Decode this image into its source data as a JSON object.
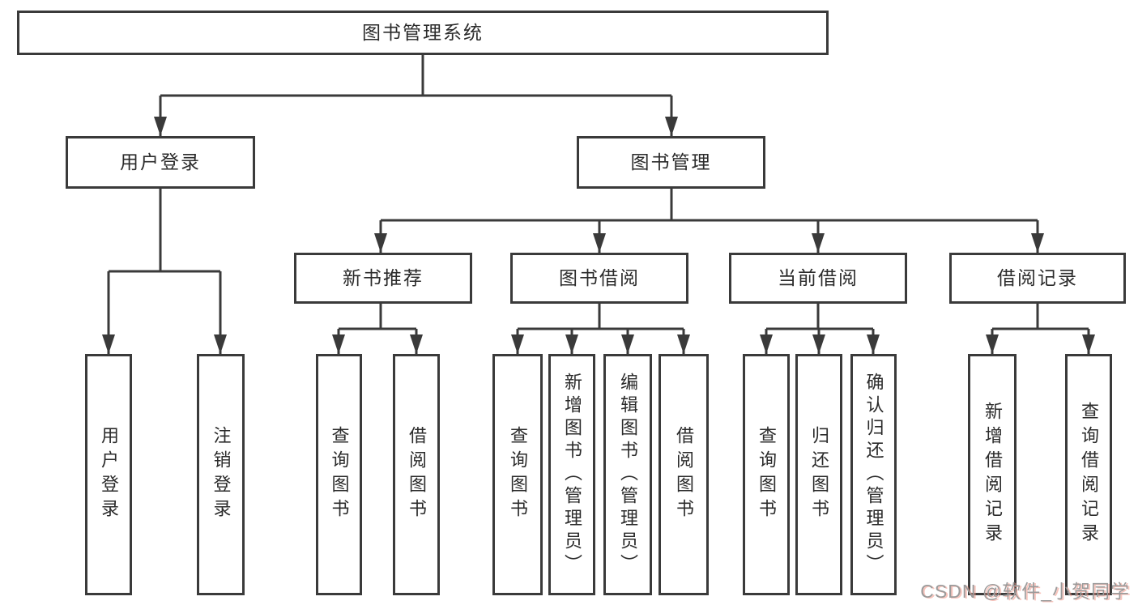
{
  "diagram": {
    "root": "图书管理系统",
    "level2": {
      "user_login": "用户登录",
      "book_management": "图书管理"
    },
    "level3": {
      "new_books": "新书推荐",
      "book_borrowing": "图书借阅",
      "current_borrowing": "当前借阅",
      "borrowing_records": "借阅记录"
    },
    "level4": {
      "user_login": [
        "用户登录",
        "注销登录"
      ],
      "new_books": [
        "查询图书",
        "借阅图书"
      ],
      "book_borrowing": [
        "查询图书",
        "新增图书（管理员）",
        "编辑图书（管理员）",
        "借阅图书"
      ],
      "current_borrowing": [
        "查询图书",
        "归还图书",
        "确认归还（管理员）"
      ],
      "borrowing_records": [
        "新增借阅记录",
        "查询借阅记录"
      ]
    },
    "watermark": "CSDN @软件_小贺同学",
    "colors": {
      "line": "#3a3a3a",
      "text": "#2b2b2b",
      "box_fill": "#ffffff",
      "watermark_gray": "#9b9b9b",
      "watermark_red_fringe": "#f39183",
      "background": "#ffffff"
    }
  }
}
